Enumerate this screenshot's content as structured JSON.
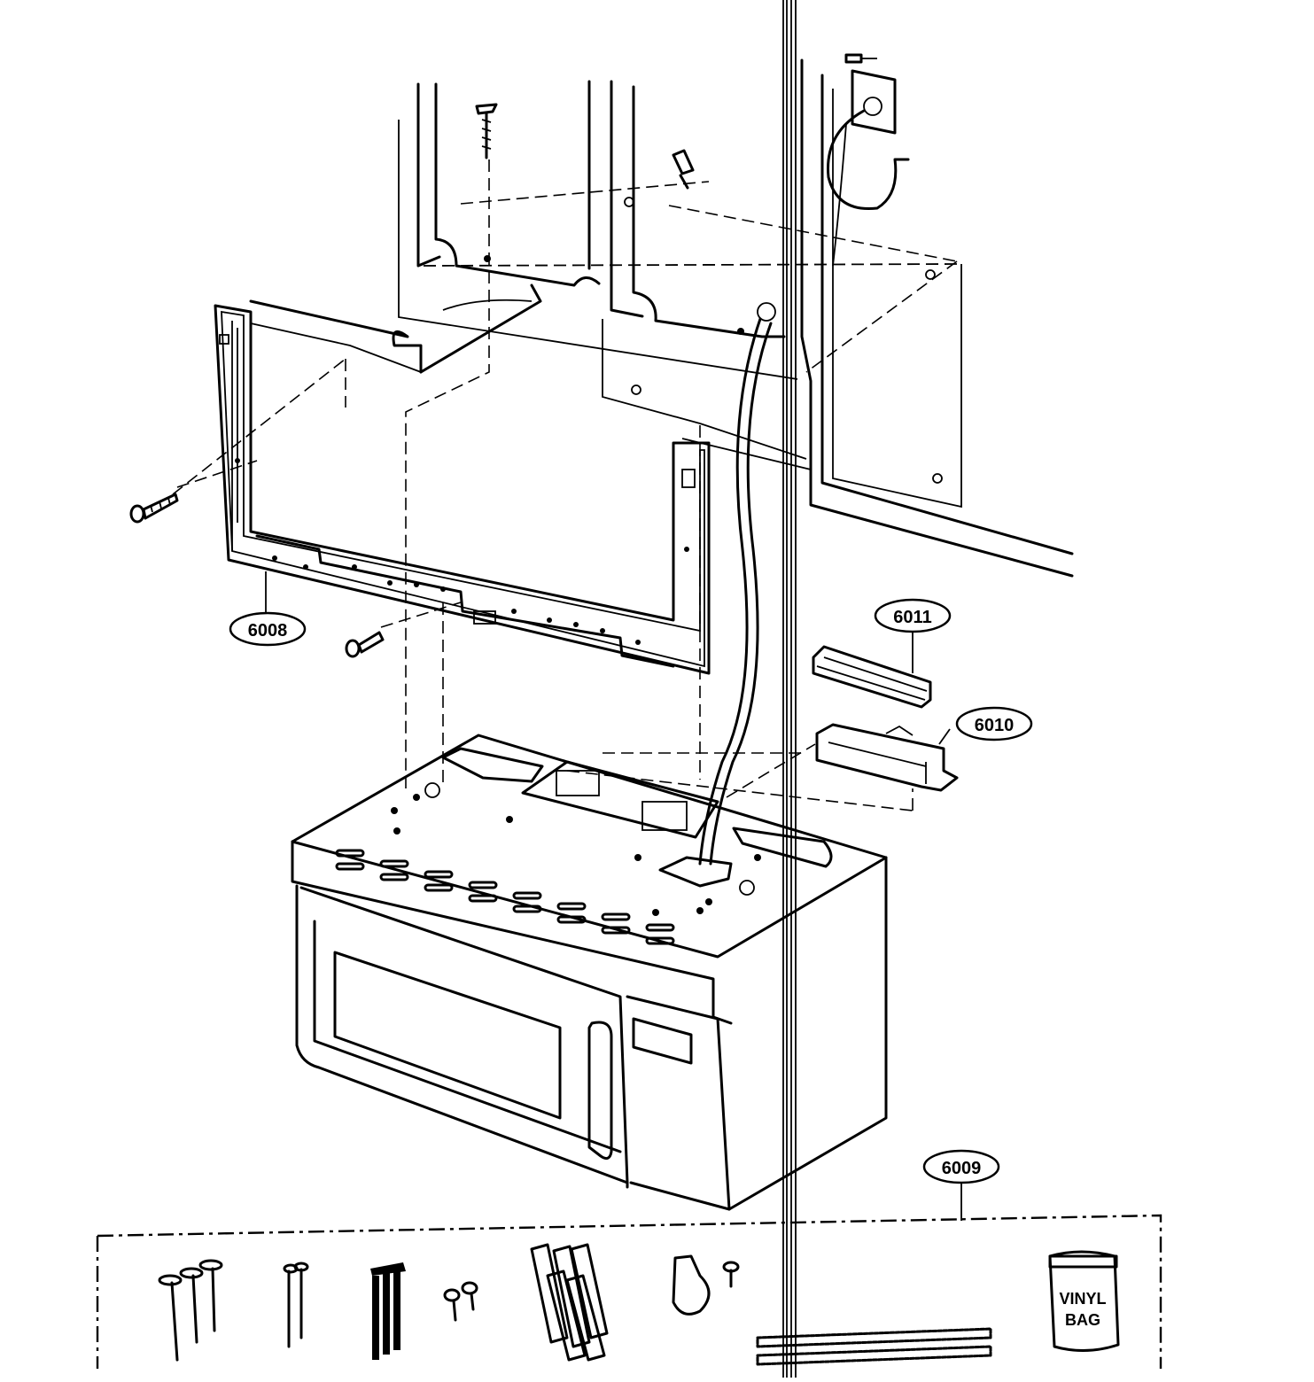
{
  "callouts": {
    "c6008": "6008",
    "c6009": "6009",
    "c6010": "6010",
    "c6011": "6011"
  },
  "kit": {
    "bag_line1": "VINYL",
    "bag_line2": "BAG"
  }
}
